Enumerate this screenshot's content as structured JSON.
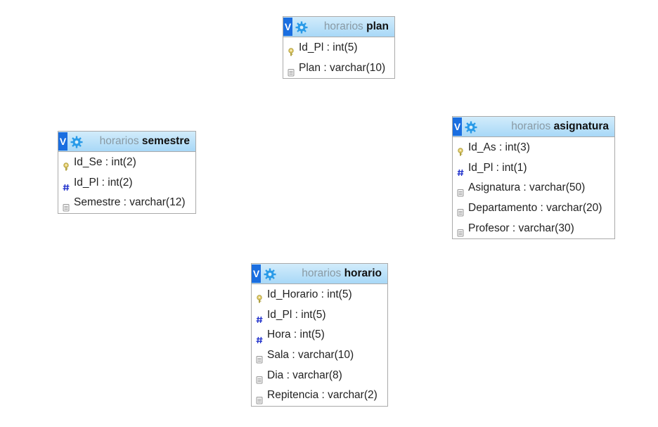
{
  "tables": [
    {
      "id": "plan",
      "database": "horarios",
      "name": "plan",
      "fields": [
        {
          "kind": "primary-key",
          "text": "Id_Pl : int(5)"
        },
        {
          "kind": "column",
          "text": "Plan : varchar(10)"
        }
      ]
    },
    {
      "id": "semestre",
      "database": "horarios",
      "name": "semestre",
      "fields": [
        {
          "kind": "primary-key",
          "text": "Id_Se : int(2)"
        },
        {
          "kind": "foreign-key",
          "text": "Id_Pl : int(2)"
        },
        {
          "kind": "column",
          "text": "Semestre : varchar(12)"
        }
      ]
    },
    {
      "id": "asignatura",
      "database": "horarios",
      "name": "asignatura",
      "fields": [
        {
          "kind": "primary-key",
          "text": "Id_As : int(3)"
        },
        {
          "kind": "foreign-key",
          "text": "Id_Pl : int(1)"
        },
        {
          "kind": "column",
          "text": "Asignatura : varchar(50)"
        },
        {
          "kind": "column",
          "text": "Departamento : varchar(20)"
        },
        {
          "kind": "column",
          "text": "Profesor : varchar(30)"
        }
      ]
    },
    {
      "id": "horario",
      "database": "horarios",
      "name": "horario",
      "fields": [
        {
          "kind": "primary-key",
          "text": "Id_Horario : int(5)"
        },
        {
          "kind": "foreign-key",
          "text": "Id_Pl : int(5)"
        },
        {
          "kind": "foreign-key",
          "text": "Hora : int(5)"
        },
        {
          "kind": "column",
          "text": "Sala : varchar(10)"
        },
        {
          "kind": "column",
          "text": "Dia : varchar(8)"
        },
        {
          "kind": "column",
          "text": "Repitencia : varchar(2)"
        }
      ]
    }
  ],
  "toggle_label": "V",
  "colors": {
    "header_top": "#d2ecfb",
    "header_bottom": "#a8d8f7",
    "toggle": "#1a6ee0",
    "gear": "#2a9be8",
    "foreign_key": "#2233cc",
    "key": "#b0a040",
    "column_icon": "#999999"
  }
}
